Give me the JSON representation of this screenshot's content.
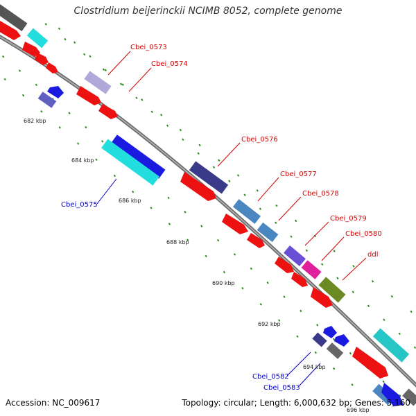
{
  "title": "Clostridium beijerinckii NCIMB 8052, complete genome",
  "footer": {
    "accession": "Accession: NC_009617",
    "stats": "Topology: circular; Length: 6,000,632 bp; Genes: 5,160"
  },
  "colors": {
    "backbone": "#888888",
    "tick": "#2a8a1a",
    "gene_label_red": "#cc0000",
    "gene_label_blue": "#0000bb",
    "red_gene": "#ee1111",
    "blue_gene": "#1a1ae0",
    "slate_gene": "#6060c0",
    "navy_gene": "#3a3a8a",
    "cyan_gene": "#22dddd",
    "steel_gene": "#4a86c0",
    "pink_gene": "#e0209a",
    "olive_gene": "#6b8a24",
    "gray_gene": "#666666",
    "teal_gene": "#26c6c6"
  },
  "kbp_labels": [
    "682 kbp",
    "684 kbp",
    "686 kbp",
    "688 kbp",
    "690 kbp",
    "692 kbp",
    "694 kbp",
    "696 kbp"
  ],
  "gene_labels": [
    {
      "text": "Cbei_0573",
      "color": "red"
    },
    {
      "text": "Cbei_0574",
      "color": "red"
    },
    {
      "text": "Cbei_0576",
      "color": "red"
    },
    {
      "text": "Cbei_0577",
      "color": "red"
    },
    {
      "text": "Cbei_0578",
      "color": "red"
    },
    {
      "text": "Cbei_0579",
      "color": "red"
    },
    {
      "text": "Cbei_0580",
      "color": "red"
    },
    {
      "text": "ddl",
      "color": "red"
    },
    {
      "text": "Cbei_0575",
      "color": "blue"
    },
    {
      "text": "Cbei_0582",
      "color": "blue"
    },
    {
      "text": "Cbei_0583",
      "color": "blue"
    }
  ]
}
